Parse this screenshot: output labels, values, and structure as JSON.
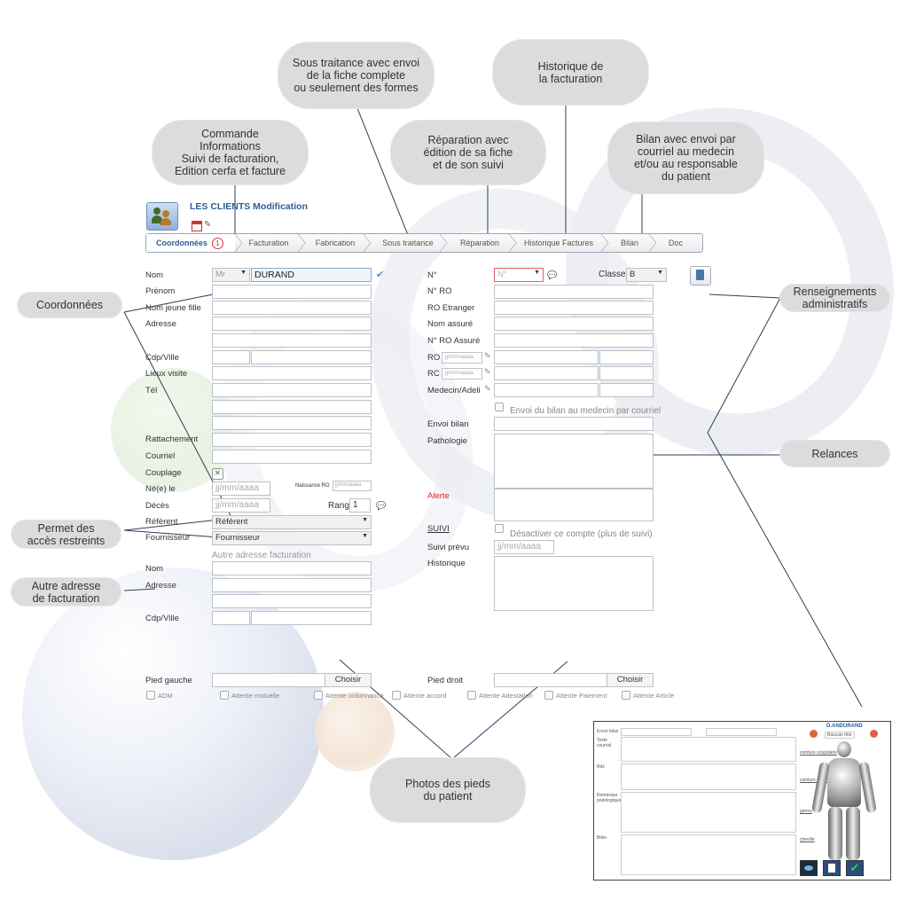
{
  "app": {
    "title": "LES CLIENTS Modification"
  },
  "tabs": [
    "Coordonnées",
    "Facturation",
    "Fabrication",
    "Sous traitance",
    "Réparation",
    "Historique Factures",
    "Bilan",
    "Doc"
  ],
  "tab_badge": "1",
  "callouts": {
    "sous_traitance": "Sous traitance avec envoi\nde la fiche complete\nou seulement des formes",
    "historique": "Historique de\nla facturation",
    "commande": "Commande\nInformations\nSuivi de facturation,\nEdition cerfa et facture",
    "reparation": "Réparation avec\nédition de sa fiche\net de son suivi",
    "bilan": "Bilan avec envoi par\ncourriel au medecin\net/ou au responsable\ndu patient",
    "coordonnees": "Coordonnées",
    "renseignements": "Renseignements\nadministratifs",
    "relances": "Relances",
    "permet": "Permet des\naccès restreints",
    "autre_adresse": "Autre adresse\nde facturation",
    "photos": "Photos des pieds\ndu patient"
  },
  "left_form": {
    "nom_label": "Nom",
    "civility": "Mr",
    "nom_value": "DURAND",
    "prenom_label": "Prénom",
    "nom_jeune_fille_label": "Nom jeune fille",
    "adresse_label": "Adresse",
    "cdp_ville_label": "Cdp/Ville",
    "lieux_visite_label": "Lieux visite",
    "tel_label": "Tél",
    "rattachement_label": "Rattachement",
    "courriel_label": "Courriel",
    "couplage_label": "Couplage",
    "ne_le_label": "Né(e) le",
    "ne_le_placeholder": "jj/mm/aaaa",
    "naissance_ro_label": "Naissance RO",
    "naissance_ro_placeholder": "jj/mm/aaaa",
    "deces_label": "Décès",
    "deces_placeholder": "jj/mm/aaaa",
    "rang_label": "Rang",
    "rang_value": "1",
    "referent_label": "Référent",
    "referent_value": "Référent",
    "fournisseur_label": "Fournisseur",
    "fournisseur_value": "Fournisseur",
    "autre_adresse_label": "Autre adresse facturation",
    "af_nom_label": "Nom",
    "af_adresse_label": "Adresse",
    "af_cdp_label": "Cdp/Ville"
  },
  "right_form": {
    "no_label": "N°",
    "no_placeholder": "N°",
    "classe_label": "Classe",
    "classe_value": "B",
    "no_ro_label": "N° RO",
    "ro_etranger_label": "RO Etranger",
    "nom_assure_label": "Nom assuré",
    "no_ro_assure_label": "N° RO Assuré",
    "ro_label": "RO",
    "rc_label": "RC",
    "date_placeholder": "jj/mm/aaaa",
    "medecin_label": "Medecin/Adeli",
    "envoi_checkbox_label": "Envoi du bilan au medecin par courriel",
    "envoi_bilan_label": "Envoi bilan",
    "pathologie_label": "Pathologie",
    "alerte_label": "Alerte",
    "suivi_label": "SUIVI",
    "desactiver_label": "Désactiver ce compte (plus de suivi)",
    "suivi_prevu_label": "Suivi prévu",
    "suivi_prevu_placeholder": "jj/mm/aaaa",
    "historique_label": "Historique"
  },
  "bottom": {
    "pied_gauche_label": "Pied gauche",
    "pied_droit_label": "Pied droit",
    "choisir_label": "Choisir",
    "checkboxes": [
      "ADM",
      "Attente mutuelle",
      "Attente ordonnance",
      "Attente accord",
      "Attente Attestation",
      "Attente Paiement",
      "Attente Article"
    ]
  },
  "mini_window": {
    "title": "D.ANDURAND",
    "envoi_bilan": "Envoi bilan",
    "texte_courriel": "Texte\ncourriel",
    "rdv": "Rdv",
    "remarque": "Remarque\npodologique",
    "bilan": "Bilan",
    "basculer": "Bascule tête",
    "groups": [
      "ceinture scapulaire",
      "ceinture pelvienne",
      "genou",
      "cheville"
    ]
  },
  "colors": {
    "accent": "#2a5d9a",
    "bubble": "#dcdcdc",
    "field_border": "#b9c2cb",
    "alert": "#e02020"
  }
}
